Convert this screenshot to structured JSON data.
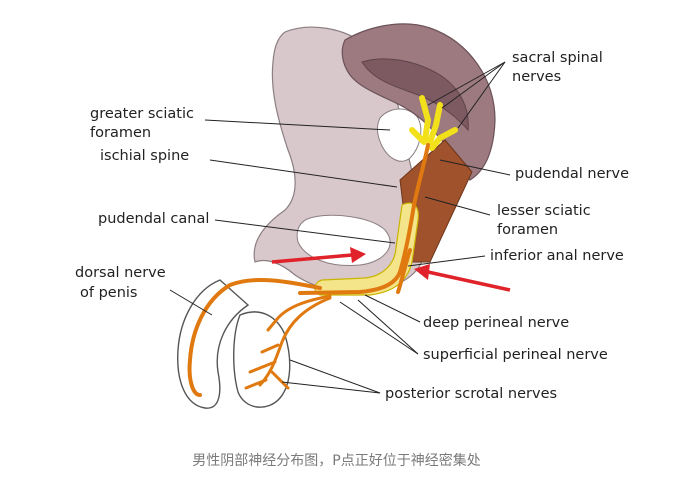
{
  "labels": {
    "greater_sciatic_foramen": [
      "greater sciatic",
      "foramen"
    ],
    "ischial_spine": "ischial spine",
    "pudendal_canal": "pudendal canal",
    "dorsal_nerve_of_penis": [
      "dorsal nerve",
      "of penis"
    ],
    "sacral_spinal_nerves": [
      "sacral spinal",
      "nerves"
    ],
    "pudendal_nerve": "pudendal nerve",
    "lesser_sciatic_foramen": [
      "lesser sciatic",
      "foramen"
    ],
    "inferior_anal_nerve": "inferior anal nerve",
    "deep_perineal_nerve": "deep perineal nerve",
    "superficial_perineal_nerve": "superficial perineal nerve",
    "posterior_scrotal_nerves": "posterior scrotal nerves"
  },
  "caption": "男性阴部神经分布图，P点正好位于神经密集处",
  "colors": {
    "bone": "#d8c8cb",
    "bone_stroke": "#8b7f82",
    "sacrum_dark": "#8e6b72",
    "ligament": "#a0522d",
    "nerve_yellow": "#f2e01a",
    "nerve_orange": "#e07a10",
    "arrow_red": "#e0222a"
  }
}
